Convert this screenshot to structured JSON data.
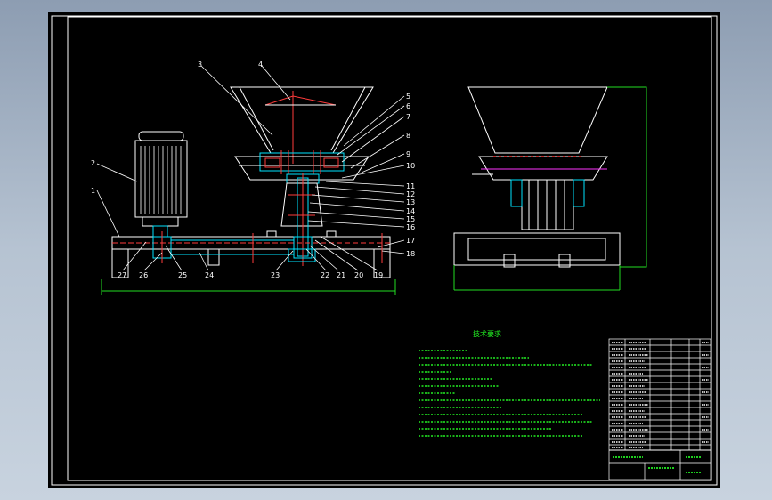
{
  "drawing": {
    "tech_requirements_title": "技术要求",
    "callout_numbers": {
      "left": [
        "1",
        "2",
        "3",
        "4"
      ],
      "right": [
        "5",
        "6",
        "7",
        "8",
        "9",
        "10",
        "11",
        "12",
        "13",
        "14",
        "15",
        "16",
        "17",
        "18"
      ],
      "bottom": [
        "27",
        "26",
        "25",
        "24",
        "23",
        "22",
        "21",
        "20",
        "19"
      ]
    }
  },
  "colors": {
    "background": "#000000",
    "outline": "#ffffff",
    "leader": "#ff3b3b",
    "centerline": "#ff3b3b",
    "hidden": "#00e5ff",
    "frame_cyan": "#00ffff",
    "dimension": "#22dd22",
    "notes": "#22ee22",
    "magenta": "#ff33ff"
  }
}
